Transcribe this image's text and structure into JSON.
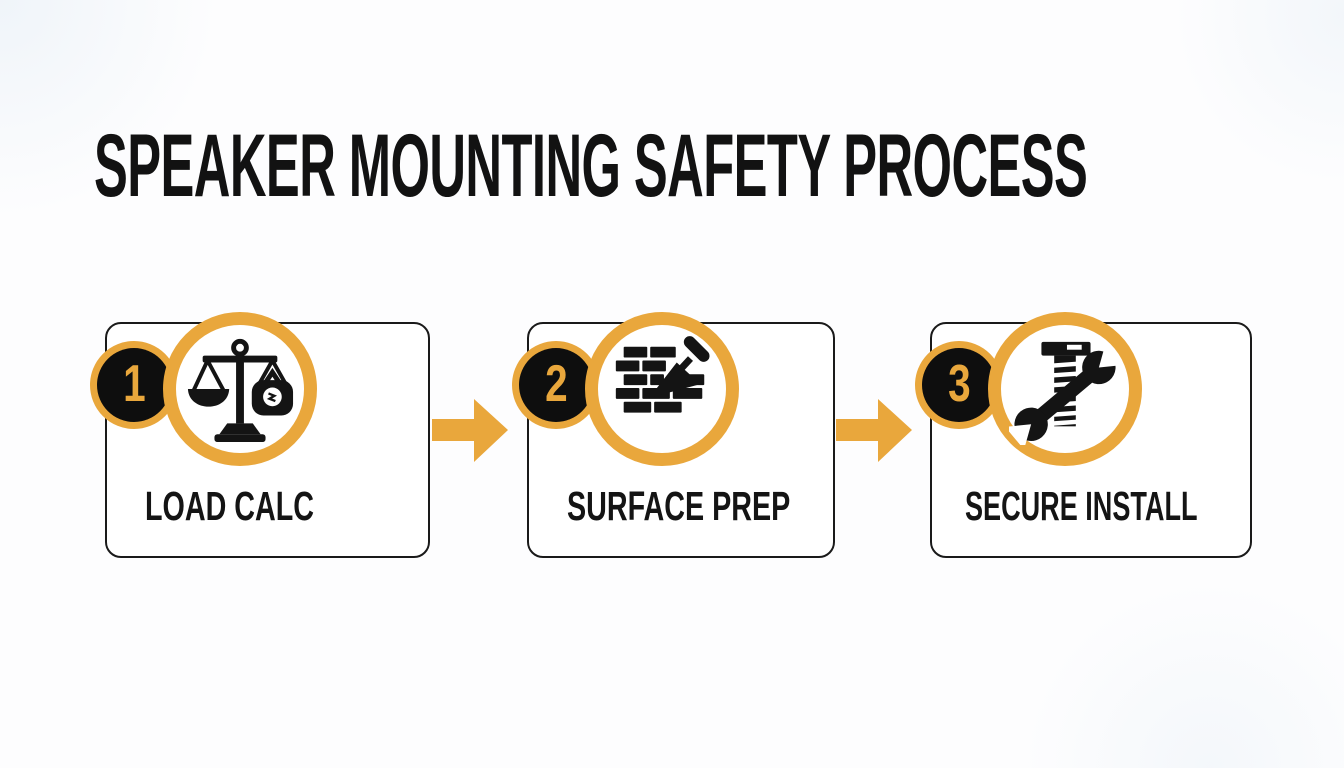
{
  "title": "SPEAKER MOUNTING SAFETY PROCESS",
  "colors": {
    "gold": "#E9A73C",
    "ink": "#141414",
    "card_bg": "#FFFFFF",
    "page_bg": "#FDFDFE"
  },
  "steps": [
    {
      "number": "1",
      "label": "LOAD CALC",
      "icon": "balance-scale-icon"
    },
    {
      "number": "2",
      "label": "SURFACE PREP",
      "icon": "brick-trowel-icon"
    },
    {
      "number": "3",
      "label": "SECURE INSTALL",
      "icon": "bolt-wrench-icon"
    }
  ],
  "connectors": [
    {
      "shape": "right-arrow",
      "color": "#E9A73C"
    },
    {
      "shape": "right-arrow",
      "color": "#E9A73C"
    }
  ]
}
